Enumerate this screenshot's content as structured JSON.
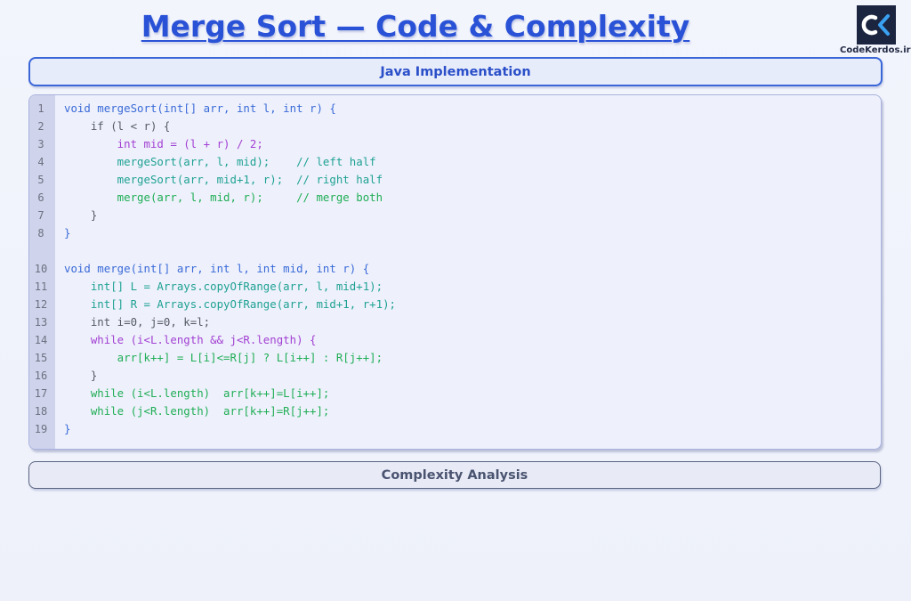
{
  "title": "Merge Sort — Code & Complexity",
  "logo": {
    "text": "CodeKerdos.ir",
    "icon": "ck-logo-icon"
  },
  "sections": {
    "implementation": "Java Implementation",
    "complexity": "Complexity Analysis"
  },
  "colors": {
    "blue": "#3a6ad8",
    "gray": "#555a66",
    "purple": "#a23fd2",
    "teal": "#1fa193",
    "green": "#20ad55"
  },
  "code": [
    {
      "n": "1",
      "text": "void mergeSort(int[] arr, int l, int r) {",
      "color": "blue"
    },
    {
      "n": "2",
      "text": "    if (l < r) {",
      "color": "gray"
    },
    {
      "n": "3",
      "text": "        int mid = (l + r) / 2;",
      "color": "purple"
    },
    {
      "n": "4",
      "text": "        mergeSort(arr, l, mid);    // left half",
      "color": "teal"
    },
    {
      "n": "5",
      "text": "        mergeSort(arr, mid+1, r);  // right half",
      "color": "teal"
    },
    {
      "n": "6",
      "text": "        merge(arr, l, mid, r);     // merge both",
      "color": "green"
    },
    {
      "n": "7",
      "text": "    }",
      "color": "gray"
    },
    {
      "n": "8",
      "text": "}",
      "color": "blue"
    },
    {
      "n": "",
      "text": "",
      "color": "gray"
    },
    {
      "n": "10",
      "text": "void merge(int[] arr, int l, int mid, int r) {",
      "color": "blue"
    },
    {
      "n": "11",
      "text": "    int[] L = Arrays.copyOfRange(arr, l, mid+1);",
      "color": "teal"
    },
    {
      "n": "12",
      "text": "    int[] R = Arrays.copyOfRange(arr, mid+1, r+1);",
      "color": "teal"
    },
    {
      "n": "13",
      "text": "    int i=0, j=0, k=l;",
      "color": "gray"
    },
    {
      "n": "14",
      "text": "    while (i<L.length && j<R.length) {",
      "color": "purple"
    },
    {
      "n": "15",
      "text": "        arr[k++] = L[i]<=R[j] ? L[i++] : R[j++];",
      "color": "green"
    },
    {
      "n": "16",
      "text": "    }",
      "color": "gray"
    },
    {
      "n": "17",
      "text": "    while (i<L.length)  arr[k++]=L[i++];",
      "color": "green"
    },
    {
      "n": "18",
      "text": "    while (j<R.length)  arr[k++]=R[j++];",
      "color": "green"
    },
    {
      "n": "19",
      "text": "}",
      "color": "blue"
    }
  ]
}
